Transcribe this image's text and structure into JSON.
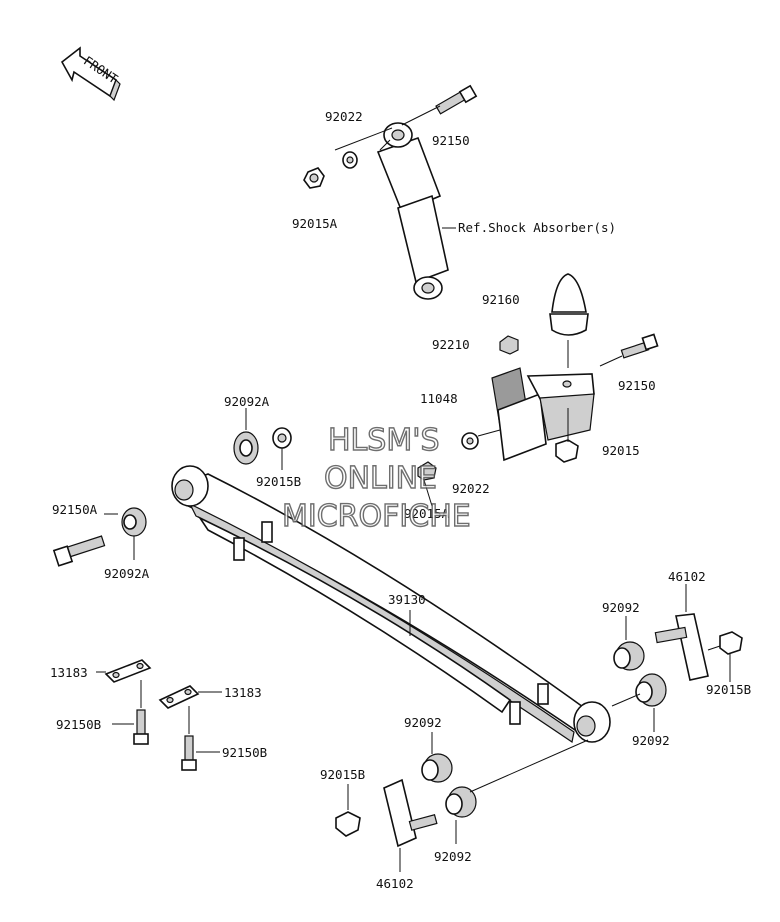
{
  "front_arrow": {
    "label": "FRONT"
  },
  "watermark": {
    "line1": "HLSM'S",
    "line2": "ONLINE",
    "line3": "MICROFICHE"
  },
  "labels": {
    "p92022_top": "92022",
    "p92150_top": "92150",
    "p92015A_top": "92015A",
    "ref_shock": "Ref.Shock Absorber(s)",
    "p92160": "92160",
    "p92210": "92210",
    "p92150_mid": "92150",
    "p11048": "11048",
    "p92015": "92015",
    "p92022_mid": "92022",
    "p92015A_mid": "92015A",
    "p92092A_top": "92092A",
    "p92015B_left": "92015B",
    "p92150A": "92150A",
    "p92092A_bottom": "92092A",
    "p39130": "39130",
    "p46102_right": "46102",
    "p92092_right_top": "92092",
    "p92015B_right": "92015B",
    "p92092_right_bottom": "92092",
    "p13183_left": "13183",
    "p13183_right": "13183",
    "p92150B_left": "92150B",
    "p92150B_right": "92150B",
    "p92092_bottom_top": "92092",
    "p92015B_bottom": "92015B",
    "p92092_bottom": "92092",
    "p46102_bottom": "46102"
  }
}
